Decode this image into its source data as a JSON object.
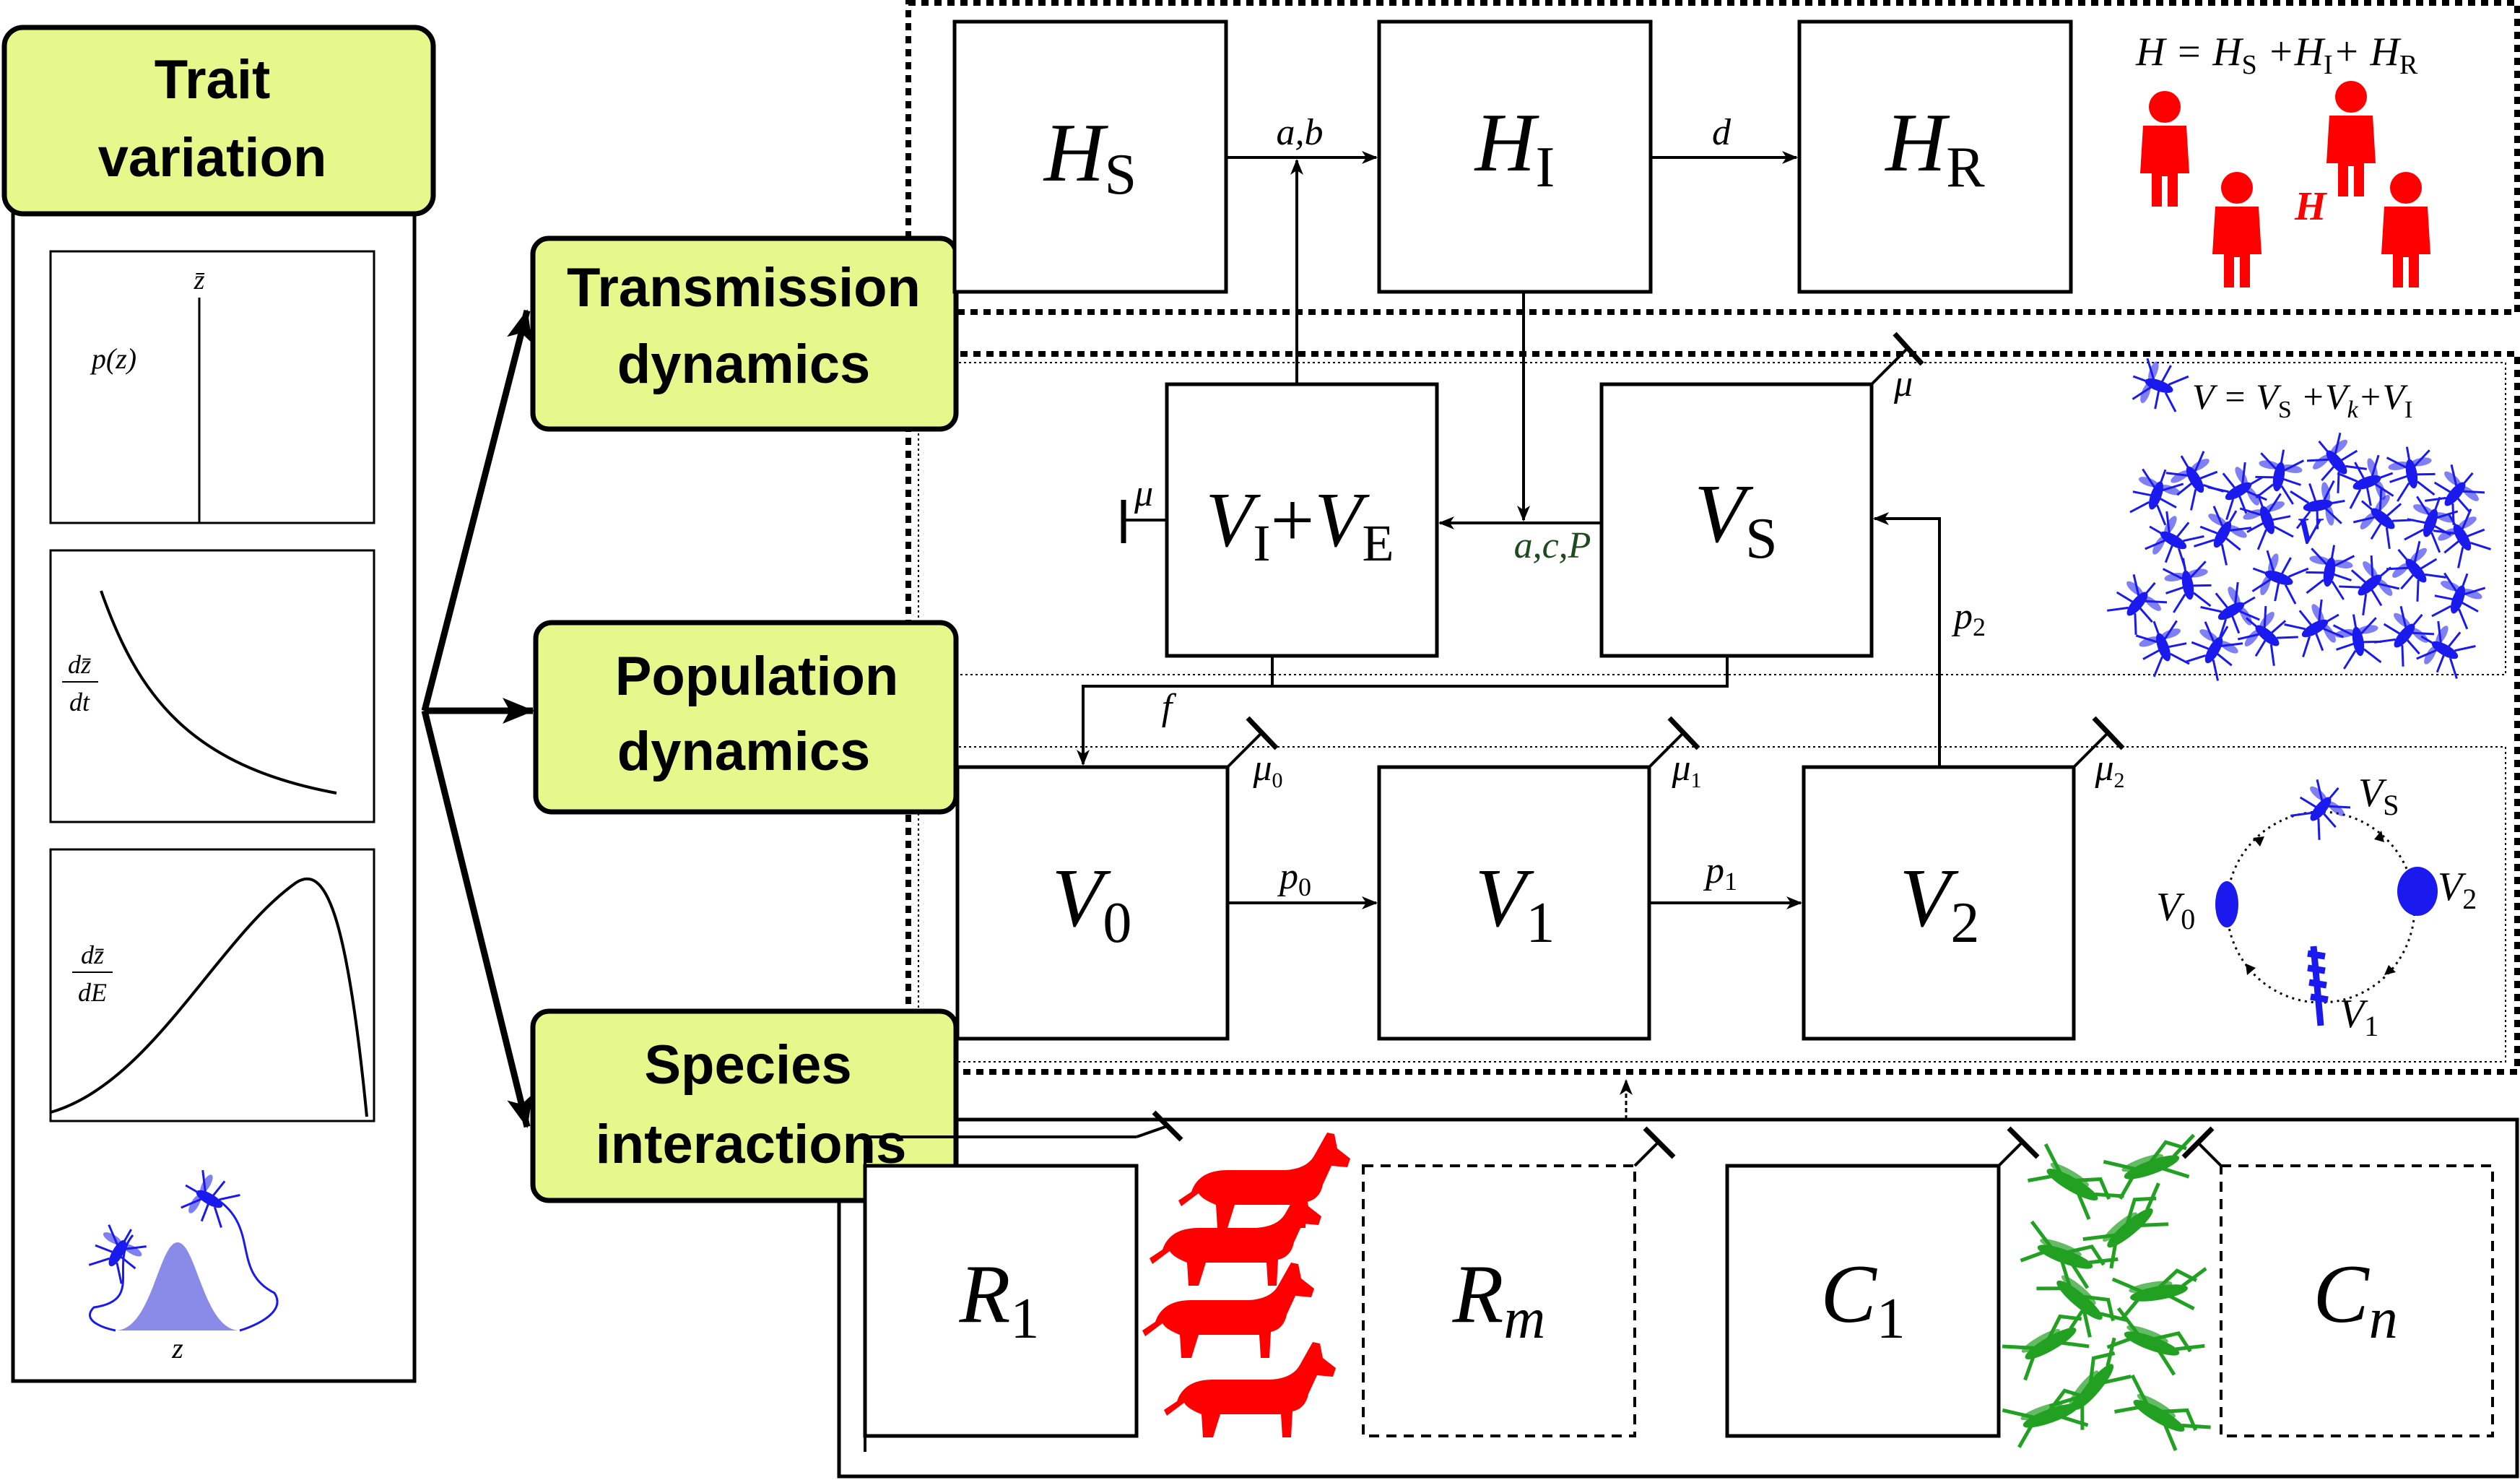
{
  "colors": {
    "label_fill": "#e6f78b",
    "human": "#ff0000",
    "vector": "#1a1aee",
    "reservoir": "#ff0000",
    "competitor": "#22a022",
    "distribution": "#8a8ae8",
    "rate_green": "#1f4a1f"
  },
  "trait_panel": {
    "title_line1": "Trait",
    "title_line2": "variation",
    "plot1": {
      "ylabel": "p(z)",
      "mean_label": "z̄"
    },
    "plot2": {
      "ylabel_num": "dz̄",
      "ylabel_den": "dt"
    },
    "plot3": {
      "ylabel_num": "dz̄",
      "ylabel_den": "dE"
    },
    "dist_label": "z"
  },
  "labels": {
    "transmission": {
      "line1": "Transmission",
      "line2": "dynamics"
    },
    "population": {
      "line1": "Population",
      "line2": "dynamics"
    },
    "species": {
      "line1": "Species",
      "line2": "interactions"
    }
  },
  "boxes": {
    "HS": {
      "main": "H",
      "sub": "S"
    },
    "HI": {
      "main": "H",
      "sub": "I"
    },
    "HR": {
      "main": "H",
      "sub": "R"
    },
    "VIE": {
      "a": "V",
      "asub": "I",
      "op": "+",
      "b": "V",
      "bsub": "E"
    },
    "VS": {
      "main": "V",
      "sub": "S"
    },
    "V0": {
      "main": "V",
      "sub": "0"
    },
    "V1": {
      "main": "V",
      "sub": "1"
    },
    "V2": {
      "main": "V",
      "sub": "2"
    },
    "R1": {
      "main": "R",
      "sub": "1"
    },
    "Rm": {
      "main": "R",
      "sub": "m"
    },
    "C1": {
      "main": "C",
      "sub": "1"
    },
    "Cn": {
      "main": "C",
      "sub": "n"
    }
  },
  "rates": {
    "ab": "a,b",
    "d": "d",
    "acP": "a,c,P",
    "mu": "μ",
    "mu_top": "μ",
    "mu0": "μ",
    "mu0_sub": "0",
    "mu1": "μ",
    "mu1_sub": "1",
    "mu2": "μ",
    "mu2_sub": "2",
    "f": "f",
    "p0": "p",
    "p0_sub": "0",
    "p1": "p",
    "p1_sub": "1",
    "p2": "p",
    "p2_sub": "2"
  },
  "human_eq": {
    "text": "H = H",
    "s1": "S",
    "plus1": " +H",
    "s2": "I",
    "plus2": "+ H",
    "s3": "R"
  },
  "human_label": "H",
  "vector_eq": {
    "text": "V = V",
    "s1": "S",
    "plus1": " +V",
    "s2": "k",
    "plus2": "+V",
    "s3": "I"
  },
  "vector_label": "V",
  "cycle": {
    "VS": {
      "main": "V",
      "sub": "S"
    },
    "V0": {
      "main": "V",
      "sub": "0"
    },
    "V1": {
      "main": "V",
      "sub": "1"
    },
    "V2": {
      "main": "V",
      "sub": "2"
    }
  }
}
